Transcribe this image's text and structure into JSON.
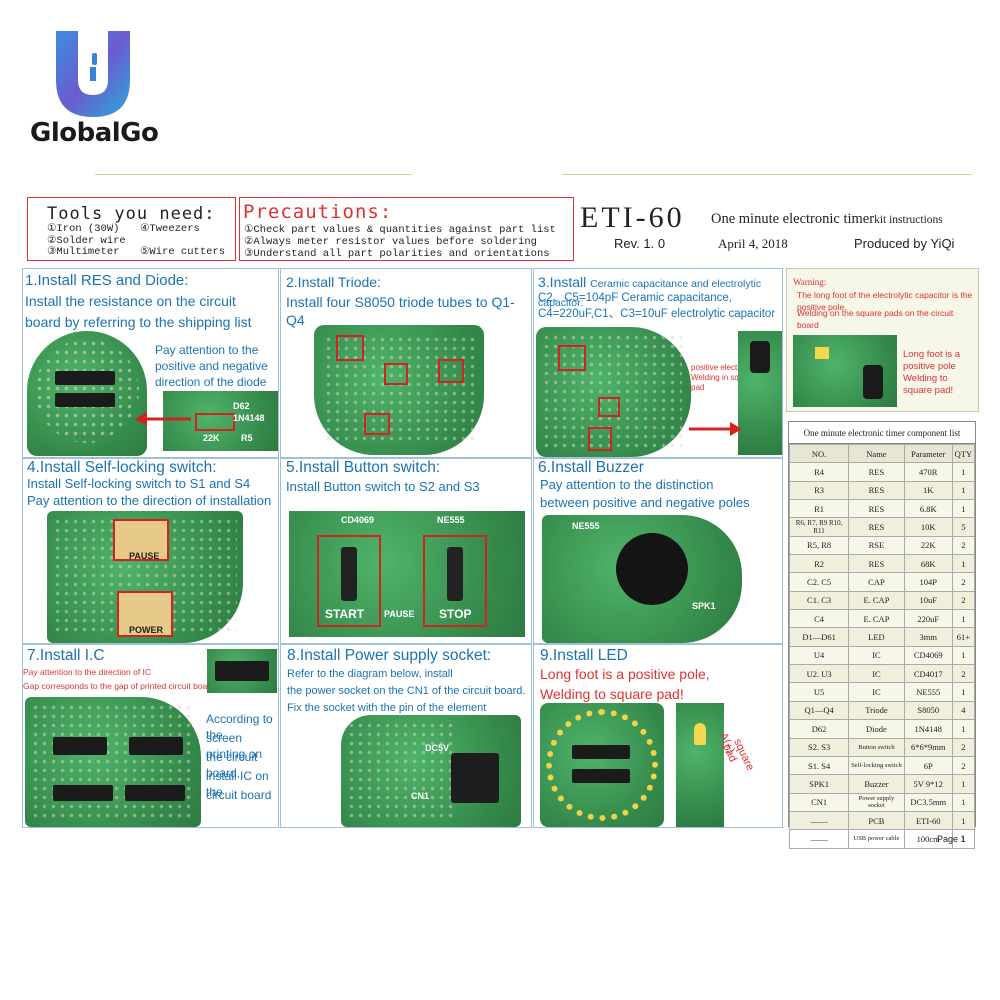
{
  "brand": {
    "name": "GlobalGo"
  },
  "tools": {
    "title": "Tools you need:",
    "items": [
      "①Iron (30W)",
      "④Tweezers",
      "②Solder wire",
      "③Multimeter",
      "⑤Wire cutters"
    ]
  },
  "precautions": {
    "title": "Precautions:",
    "items": [
      "①Check part values & quantities against part list",
      "②Always meter resistor values before soldering",
      "③Understand all part polarities and orientations"
    ]
  },
  "header": {
    "title": "ETI-60",
    "subtitle_main": "One minute electronic timer",
    "subtitle_suffix": "kit instructions",
    "rev": "Rev. 1. 0",
    "date": "April 4, 2018",
    "produced": "Produced by YiQi"
  },
  "steps": [
    {
      "title": "1.Install RES and Diode:",
      "text": [
        "Install the resistance on the circuit",
        "board by referring to the shipping list"
      ],
      "note": [
        "Pay attention to the",
        "positive and negative",
        "direction of the diode"
      ],
      "labels": [
        "D62",
        "1N4148",
        "22K",
        "R5"
      ]
    },
    {
      "title": "2.Install Triode:",
      "text": [
        "Install four S8050 triode tubes to Q1-Q4"
      ]
    },
    {
      "title": "3.Install",
      "title_rest": "Ceramic capacitance and electrolytic capacitor:",
      "text": [
        "C2、C5=104pF Ceramic capacitance,",
        "C4=220uF,C1、C3=10uF electrolytic capacitor"
      ],
      "note": [
        "positive electrode",
        "Welding in square",
        "pad"
      ]
    },
    {
      "title": "4.Install Self-locking switch:",
      "text": [
        "Install Self-locking switch to S1 and S4",
        "Pay attention to the direction of installation"
      ],
      "labels": [
        "PAUSE",
        "POWER"
      ]
    },
    {
      "title": "5.Install Button switch:",
      "text": [
        "Install Button switch to S2 and S3"
      ],
      "labels": [
        "CD4069",
        "NE555",
        "START",
        "PAUSE",
        "STOP"
      ]
    },
    {
      "title": "6.Install Buzzer",
      "text": [
        "Pay attention to the distinction",
        "between positive and negative poles"
      ],
      "labels": [
        "NE555",
        "SPK1"
      ]
    },
    {
      "title": "7.Install I.C",
      "text": [
        "Pay attention to the direction of IC",
        "Gap corresponds to the gap of printed circuit board"
      ],
      "note": [
        "According to the",
        "screen printing on",
        "the circuit board,",
        "install IC on the",
        "circuit board"
      ]
    },
    {
      "title": "8.Install Power supply socket:",
      "text": [
        "Refer to the diagram below, install",
        "the power socket on the CN1 of the circuit board.",
        "Fix the socket with the pin of the element"
      ],
      "labels": [
        "DC5V",
        "CN1"
      ]
    },
    {
      "title": "9.Install LED",
      "text": [
        "Long foot is a positive pole,",
        "Welding to square pad!"
      ],
      "note": [
        "A(+)",
        "square pad"
      ]
    }
  ],
  "warning": {
    "title": "Warning:",
    "text": [
      "The long foot of the electrolytic capacitor is the positive pole.",
      "Welding on the square pads on the circuit board"
    ],
    "callout": [
      "Long foot is a positive pole",
      "Welding to square pad!"
    ]
  },
  "component_list": {
    "caption": "One minute electronic timer component list",
    "headers": [
      "NO.",
      "Name",
      "Parameter",
      "QTY"
    ],
    "rows": [
      [
        "R4",
        "RES",
        "470R",
        "1"
      ],
      [
        "R3",
        "RES",
        "1K",
        "1"
      ],
      [
        "R1",
        "RES",
        "6.8K",
        "1"
      ],
      [
        "R6, R7, R9 R10, R11",
        "RES",
        "10K",
        "5"
      ],
      [
        "R5, R8",
        "RSE",
        "22K",
        "2"
      ],
      [
        "R2",
        "RES",
        "68K",
        "1"
      ],
      [
        "C2. C5",
        "CAP",
        "104P",
        "2"
      ],
      [
        "C1. C3",
        "E. CAP",
        "10uF",
        "2"
      ],
      [
        "C4",
        "E. CAP",
        "220uF",
        "1"
      ],
      [
        "D1—D61",
        "LED",
        "3mm",
        "61+"
      ],
      [
        "U4",
        "IC",
        "CD4069",
        "1"
      ],
      [
        "U2. U3",
        "IC",
        "CD4017",
        "2"
      ],
      [
        "U5",
        "IC",
        "NE555",
        "1"
      ],
      [
        "Q1—Q4",
        "Triode",
        "S8050",
        "4"
      ],
      [
        "D62",
        "Diode",
        "1N4148",
        "1"
      ],
      [
        "S2. S3",
        "Button switch",
        "6*6*9mm",
        "2"
      ],
      [
        "S1. S4",
        "Self-locking switch",
        "6P",
        "2"
      ],
      [
        "SPK1",
        "Buzzer",
        "5V 9*12",
        "1"
      ],
      [
        "CN1",
        "Power supply socket",
        "DC3.5mm",
        "1"
      ],
      [
        "——",
        "PCB",
        "ETI-60",
        "1"
      ],
      [
        "——",
        "USB power cable",
        "100cm",
        "1"
      ]
    ]
  },
  "page": {
    "label": "Page 1"
  }
}
